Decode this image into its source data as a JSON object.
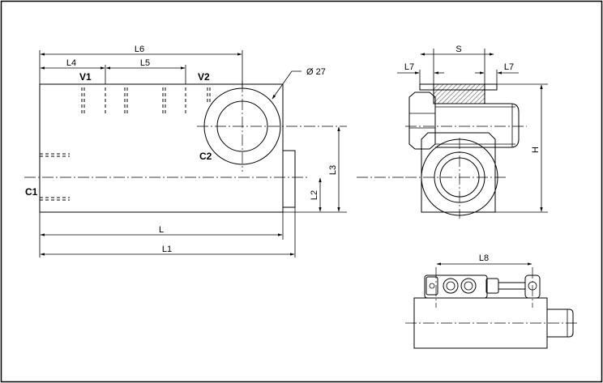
{
  "labels": {
    "l6": "L6",
    "l4": "L4",
    "l5": "L5",
    "v1": "V1",
    "v2": "V2",
    "dia": "Ø 27",
    "c2": "C2",
    "c1": "C1",
    "l3": "L3",
    "l2": "L2",
    "l": "L",
    "l1": "L1",
    "s": "S",
    "l7_left": "L7",
    "l7_right": "L7",
    "h": "H",
    "l8": "L8"
  },
  "colors": {
    "line": "#000000",
    "background": "#ffffff",
    "hatch": "#555555"
  }
}
